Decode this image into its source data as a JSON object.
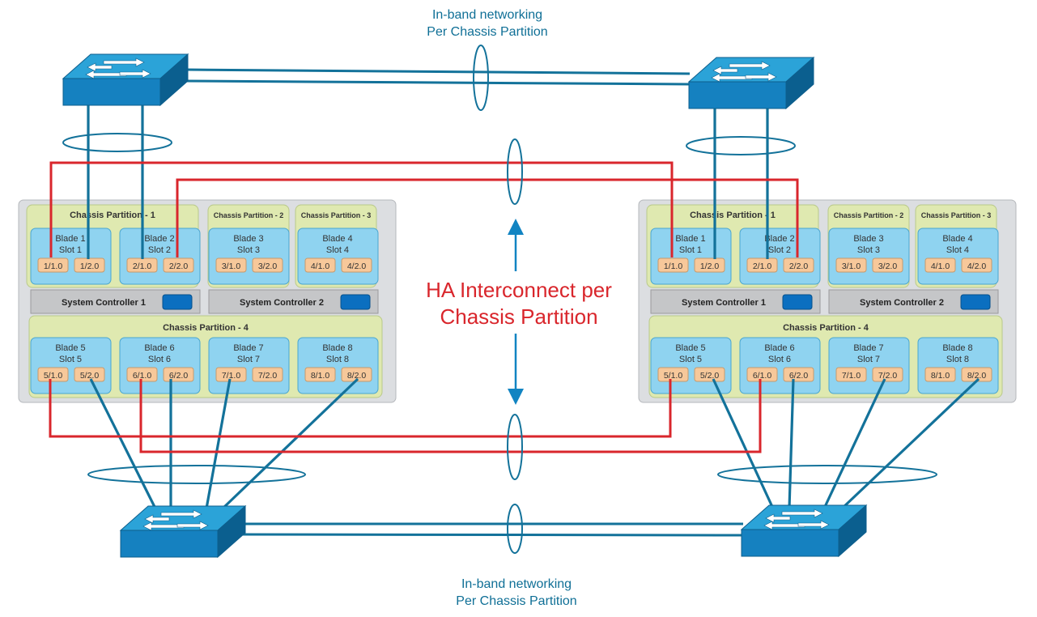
{
  "captions": {
    "top_line1": "In-band networking",
    "top_line2": "Per Chassis Partition",
    "bottom_line1": "In-band networking",
    "bottom_line2": "Per Chassis Partition",
    "ha_line1": "HA Interconnect per",
    "ha_line2": "Chassis Partition"
  },
  "chassis": [
    {
      "partitions": [
        "Chassis Partition - 1",
        "Chassis Partition - 2",
        "Chassis Partition - 3",
        "Chassis Partition - 4"
      ],
      "controllers": [
        "System Controller 1",
        "System Controller 2"
      ],
      "blades": [
        {
          "name": "Blade 1",
          "slot": "Slot 1",
          "ports": [
            "1/1.0",
            "1/2.0"
          ]
        },
        {
          "name": "Blade 2",
          "slot": "Slot 2",
          "ports": [
            "2/1.0",
            "2/2.0"
          ]
        },
        {
          "name": "Blade 3",
          "slot": "Slot 3",
          "ports": [
            "3/1.0",
            "3/2.0"
          ]
        },
        {
          "name": "Blade 4",
          "slot": "Slot 4",
          "ports": [
            "4/1.0",
            "4/2.0"
          ]
        },
        {
          "name": "Blade 5",
          "slot": "Slot 5",
          "ports": [
            "5/1.0",
            "5/2.0"
          ]
        },
        {
          "name": "Blade 6",
          "slot": "Slot 6",
          "ports": [
            "6/1.0",
            "6/2.0"
          ]
        },
        {
          "name": "Blade 7",
          "slot": "Slot 7",
          "ports": [
            "7/1.0",
            "7/2.0"
          ]
        },
        {
          "name": "Blade 8",
          "slot": "Slot 8",
          "ports": [
            "8/1.0",
            "8/2.0"
          ]
        }
      ]
    },
    {
      "partitions": [
        "Chassis Partition - 1",
        "Chassis Partition - 2",
        "Chassis Partition - 3",
        "Chassis Partition - 4"
      ],
      "controllers": [
        "System Controller 1",
        "System Controller 2"
      ],
      "blades": [
        {
          "name": "Blade 1",
          "slot": "Slot 1",
          "ports": [
            "1/1.0",
            "1/2.0"
          ]
        },
        {
          "name": "Blade 2",
          "slot": "Slot 2",
          "ports": [
            "2/1.0",
            "2/2.0"
          ]
        },
        {
          "name": "Blade 3",
          "slot": "Slot 3",
          "ports": [
            "3/1.0",
            "3/2.0"
          ]
        },
        {
          "name": "Blade 4",
          "slot": "Slot 4",
          "ports": [
            "4/1.0",
            "4/2.0"
          ]
        },
        {
          "name": "Blade 5",
          "slot": "Slot 5",
          "ports": [
            "5/1.0",
            "5/2.0"
          ]
        },
        {
          "name": "Blade 6",
          "slot": "Slot 6",
          "ports": [
            "6/1.0",
            "6/2.0"
          ]
        },
        {
          "name": "Blade 7",
          "slot": "Slot 7",
          "ports": [
            "7/1.0",
            "7/2.0"
          ]
        },
        {
          "name": "Blade 8",
          "slot": "Slot 8",
          "ports": [
            "8/1.0",
            "8/2.0"
          ]
        }
      ]
    }
  ],
  "colors": {
    "link_blue": "#13729a",
    "ha_red": "#d9262c",
    "chassis_bg": "#dcdee1",
    "partition_bg": "#dfe9b0",
    "blade_bg": "#8fd3f0",
    "port_bg": "#f7c89a",
    "controller_bg": "#c5c6c8",
    "controller_led": "#0b6fc0",
    "switch_top": "#2ba3d8",
    "switch_front": "#1581c0"
  },
  "icons": [
    "network-switch-icon",
    "arrow-up-icon",
    "arrow-down-icon",
    "link-bundle-icon"
  ]
}
